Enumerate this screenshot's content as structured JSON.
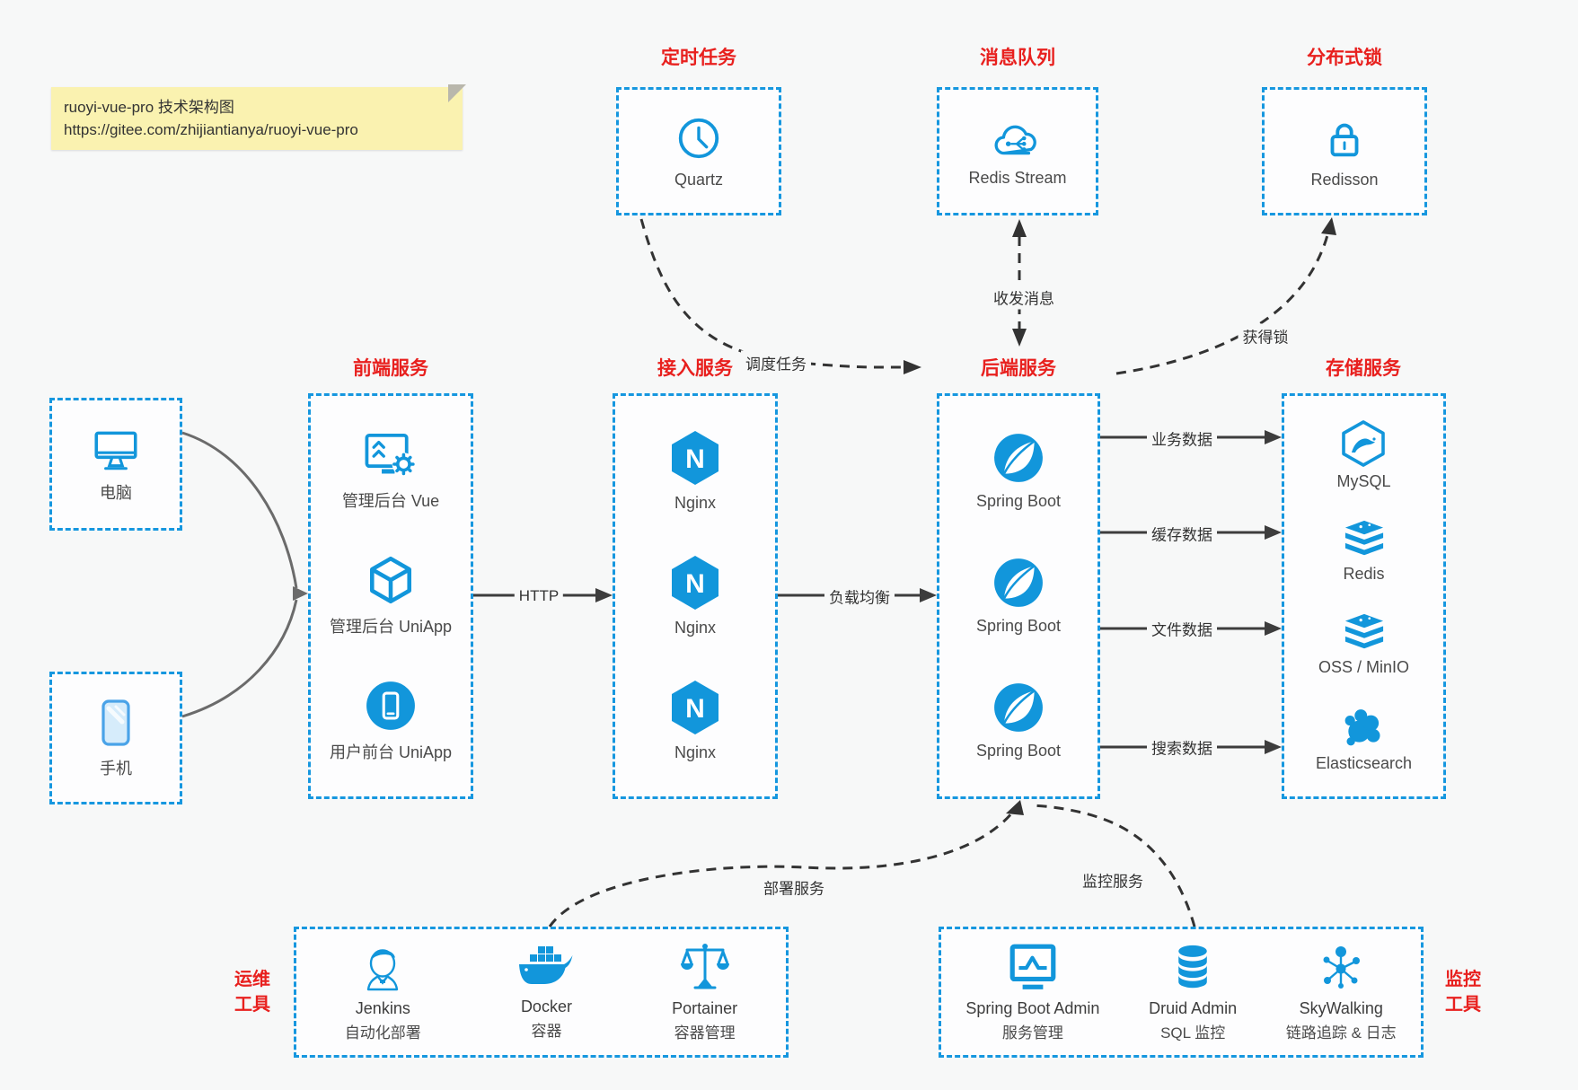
{
  "note": {
    "line1": "ruoyi-vue-pro 技术架构图",
    "line2": "https://gitee.com/zhijiantianya/ruoyi-vue-pro"
  },
  "top_services": [
    {
      "title": "定时任务",
      "label": "Quartz",
      "icon": "clock-icon"
    },
    {
      "title": "消息队列",
      "label": "Redis Stream",
      "icon": "cloud-mq-icon"
    },
    {
      "title": "分布式锁",
      "label": "Redisson",
      "icon": "lock-icon"
    }
  ],
  "clients": [
    {
      "label": "电脑",
      "icon": "desktop-icon"
    },
    {
      "label": "手机",
      "icon": "smartphone-icon"
    }
  ],
  "columns": [
    {
      "title": "前端服务",
      "items": [
        {
          "label": "管理后台 Vue",
          "icon": "vue-admin-icon"
        },
        {
          "label": "管理后台 UniApp",
          "icon": "uniapp-cube-icon"
        },
        {
          "label": "用户前台 UniApp",
          "icon": "uniapp-user-icon"
        }
      ]
    },
    {
      "title": "接入服务",
      "items": [
        {
          "label": "Nginx",
          "icon": "nginx-icon"
        },
        {
          "label": "Nginx",
          "icon": "nginx-icon"
        },
        {
          "label": "Nginx",
          "icon": "nginx-icon"
        }
      ]
    },
    {
      "title": "后端服务",
      "items": [
        {
          "label": "Spring Boot",
          "icon": "spring-boot-icon"
        },
        {
          "label": "Spring Boot",
          "icon": "spring-boot-icon"
        },
        {
          "label": "Spring Boot",
          "icon": "spring-boot-icon"
        }
      ]
    },
    {
      "title": "存储服务",
      "items": [
        {
          "label": "MySQL",
          "icon": "mysql-icon"
        },
        {
          "label": "Redis",
          "icon": "redis-stack-icon"
        },
        {
          "label": "OSS / MinIO",
          "icon": "oss-stack-icon"
        },
        {
          "label": "Elasticsearch",
          "icon": "elasticsearch-icon"
        }
      ]
    }
  ],
  "bottom_groups": [
    {
      "title": "运维工具",
      "title_line1": "运维",
      "title_line2": "工具",
      "items": [
        {
          "name": "Jenkins",
          "desc": "自动化部署",
          "icon": "jenkins-icon"
        },
        {
          "name": "Docker",
          "desc": "容器",
          "icon": "docker-icon"
        },
        {
          "name": "Portainer",
          "desc": "容器管理",
          "icon": "portainer-icon"
        }
      ]
    },
    {
      "title": "监控工具",
      "title_line1": "监控",
      "title_line2": "工具",
      "items": [
        {
          "name": "Spring Boot Admin",
          "desc": "服务管理",
          "icon": "spring-boot-admin-icon"
        },
        {
          "name": "Druid Admin",
          "desc": "SQL 监控",
          "icon": "druid-icon"
        },
        {
          "name": "SkyWalking",
          "desc": "链路追踪 & 日志",
          "icon": "skywalking-icon"
        }
      ]
    }
  ],
  "edges": {
    "http": "HTTP",
    "load_balance": "负载均衡",
    "schedule": "调度任务",
    "messaging": "收发消息",
    "get_lock": "获得锁",
    "business_data": "业务数据",
    "cache_data": "缓存数据",
    "file_data": "文件数据",
    "search_data": "搜索数据",
    "deploy": "部署服务",
    "monitor": "监控服务"
  },
  "colors": {
    "accent_blue": "#1296db",
    "border_blue": "#1697df",
    "title_red": "#e8201e",
    "arrow_dark": "#333333",
    "note_bg": "#faf2b0"
  }
}
